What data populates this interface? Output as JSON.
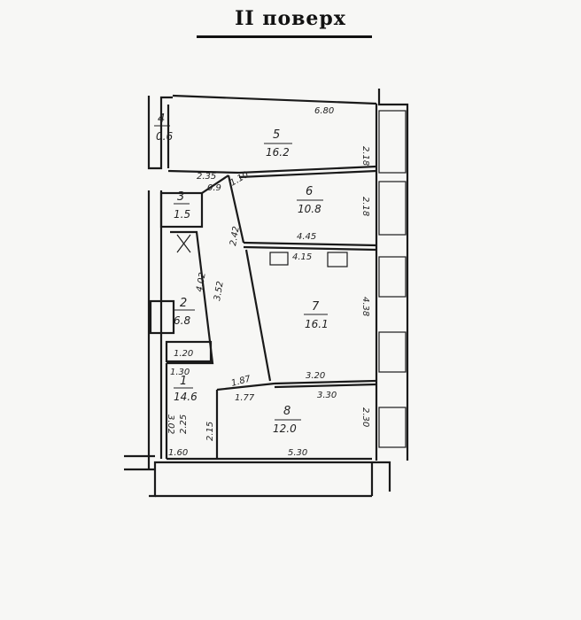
{
  "title": "II поверх",
  "rooms": [
    {
      "number": "1",
      "area": "14.6"
    },
    {
      "number": "2",
      "area": "6.8"
    },
    {
      "number": "3",
      "area": "1.5"
    },
    {
      "number": "4",
      "area": "0.6"
    },
    {
      "number": "5",
      "area": "16.2"
    },
    {
      "number": "6",
      "area": "10.8"
    },
    {
      "number": "7",
      "area": "16.1"
    },
    {
      "number": "8",
      "area": "12.0"
    }
  ],
  "dimensions": [
    "6.80",
    "2.18",
    "2.18",
    "4.45",
    "4.15",
    "4.38",
    "3.20",
    "3.30",
    "2.30",
    "5.30",
    "1.60",
    "3.02",
    "2.25",
    "2.15",
    "1.77",
    "1.87",
    "1.30",
    "1.20",
    "3.52",
    "4.02",
    "2.42",
    "2.35",
    "0.9",
    "1.10"
  ]
}
